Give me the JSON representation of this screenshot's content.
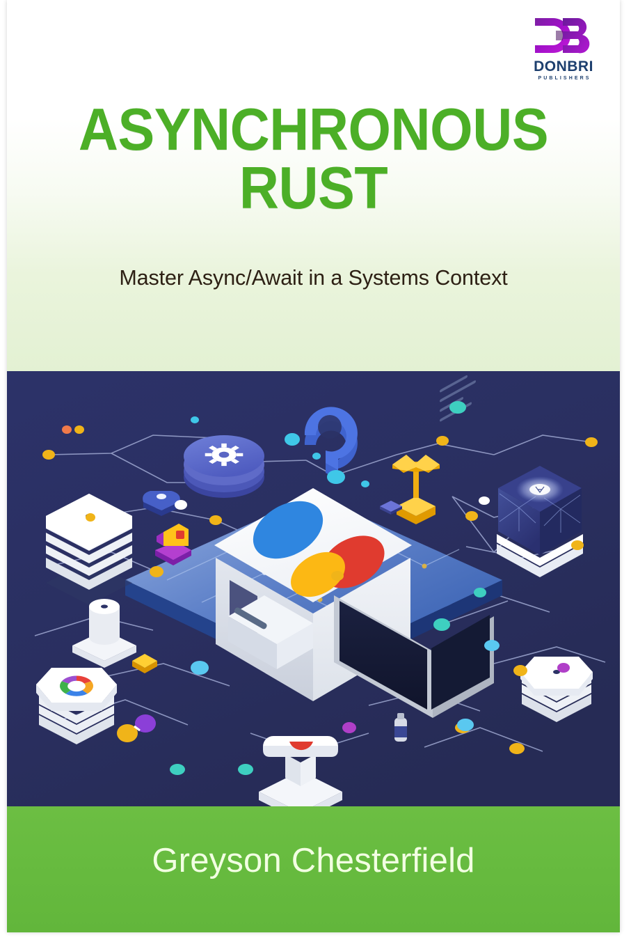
{
  "cover": {
    "title_line1": "ASYNCHRONOUS",
    "title_line2": "RUST",
    "subtitle": "Master Async/Await in a Systems Context",
    "author": "Greyson Chesterfield",
    "colors": {
      "title_green": "#4caf27",
      "band_green": "#67bb3f",
      "art_navy": "#2b3266",
      "subtitle_brown": "#2d2014",
      "author_text": "#f2ffe2",
      "logo_purple": "#a211c9",
      "logo_navy": "#1d3f6e"
    }
  },
  "publisher": {
    "monogram": "DB",
    "name": "DONBRI",
    "tagline": "PUBLISHERS"
  },
  "illustration": {
    "description": "Isometric 3D technology scene with connected nodes on a navy background",
    "elements": [
      "server-stack-left",
      "gear-disc",
      "spiral-six-shape",
      "yellow-tree-node",
      "glowing-cube-right",
      "central-white-block",
      "code-screen-panel",
      "blue-circuit-platform",
      "octagon-logo-stack",
      "white-octagon-stack",
      "white-pedestal",
      "cylinder-node",
      "network-connector-dots"
    ]
  }
}
